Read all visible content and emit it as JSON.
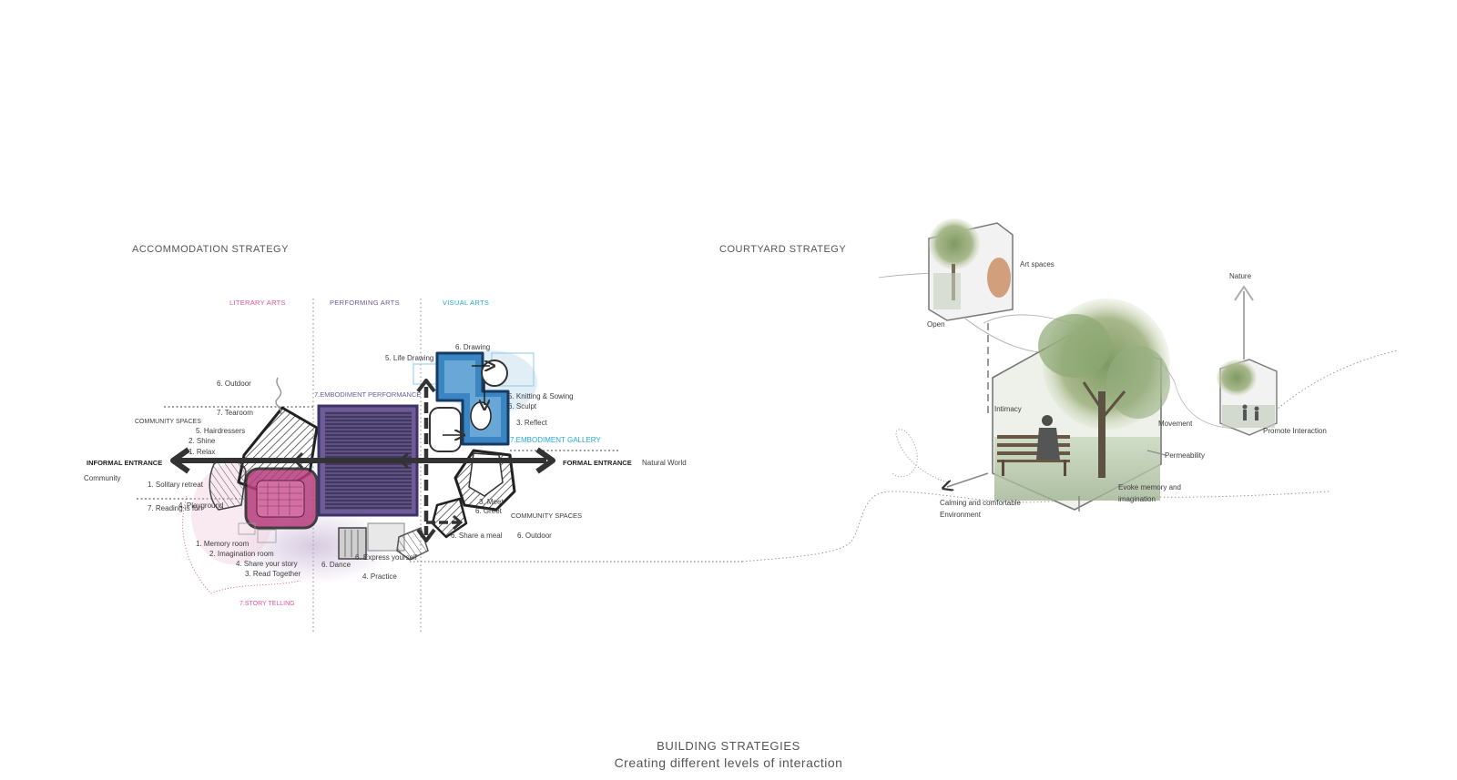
{
  "accommodation": {
    "heading": "ACCOMMODATION STRATEGY",
    "categories": {
      "literary": "LITERARY ARTS",
      "performing": "PERFORMING ARTS",
      "visual": "VISUAL ARTS"
    },
    "colors": {
      "literary": "#e0539a",
      "performing": "#6a5a9e",
      "visual": "#27a9d6"
    },
    "labels": {
      "outdoor_top": "6. Outdoor",
      "tearoom": "7. Tearoom",
      "community_spaces_left": "COMMUNITY SPACES",
      "hairdressers": "5. Hairdressers",
      "shine": "2. Shine",
      "relax": "1. Relax",
      "informal_entrance": "INFORMAL ENTRANCE",
      "community": "Community",
      "solitary_retreat": "1. Solitary retreat",
      "playground": "4. Playground",
      "reading": "7. Reading is fun",
      "memory_room": "1. Memory room",
      "imagination_room": "2. Imagination room",
      "share_story": "4. Share your story",
      "read_together": "3. Read Together",
      "story_telling": "7.STORY TELLING",
      "dance": "6. Dance",
      "express": "6. Express yourself",
      "practice": "4. Practice",
      "embodiment_performance": "7.EMBODIMENT PERFORMANCE",
      "life_drawing": "5. Life Drawing",
      "drawing": "6. Drawing",
      "knitting": "5. Knitting & Sowing",
      "sculpt": "6. Sculpt",
      "reflect": "3. Reflect",
      "embodiment_gallery": "7.EMBODIMENT GALLERY",
      "formal_entrance": "FORMAL ENTRANCE",
      "natural_world": "Natural World",
      "meet": "3. Meet",
      "greet": "6. Greet",
      "community_spaces_right": "COMMUNITY SPACES",
      "share_meal": "6. Share a meal",
      "outdoor_right": "6. Outdoor"
    }
  },
  "courtyard": {
    "heading": "COURTYARD STRATEGY",
    "labels": {
      "art_spaces": "Art spaces",
      "open": "Open",
      "nature": "Nature",
      "intimacy": "Intimacy",
      "movement": "Movement",
      "promote_interaction": "Promote Interaction",
      "permeability": "Permeability",
      "calming_1": "Calming and comfortable",
      "calming_2": "Environment",
      "evoke_1": "Evoke memory and",
      "evoke_2": "imagination"
    }
  },
  "footer": {
    "title": "BUILDING STRATEGIES",
    "subtitle": "Creating different levels of interaction"
  }
}
